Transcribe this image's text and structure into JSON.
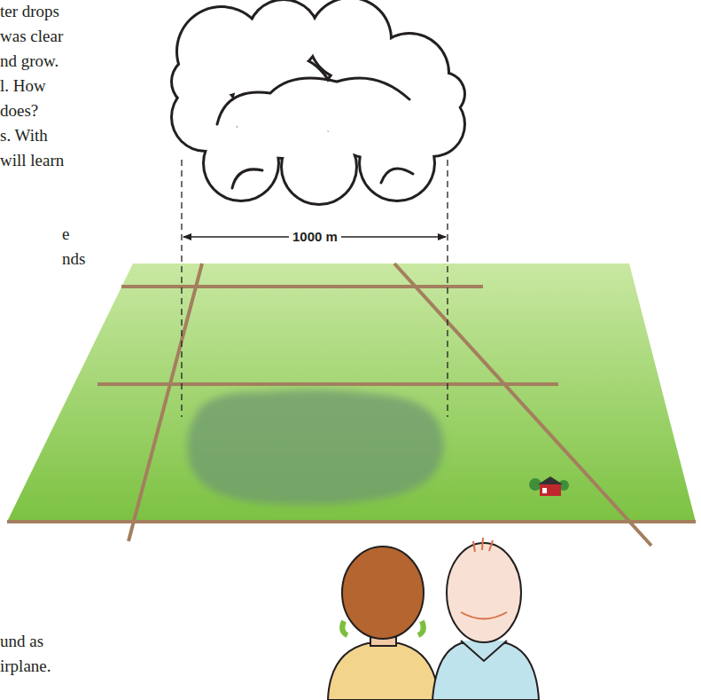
{
  "diagram": {
    "labels": [
      "ter drops",
      "was clear",
      "nd grow.",
      "l. How",
      "does?",
      "s. With",
      "will learn",
      "e",
      "nds",
      "1000 m",
      "und as",
      "irplane."
    ]
  }
}
